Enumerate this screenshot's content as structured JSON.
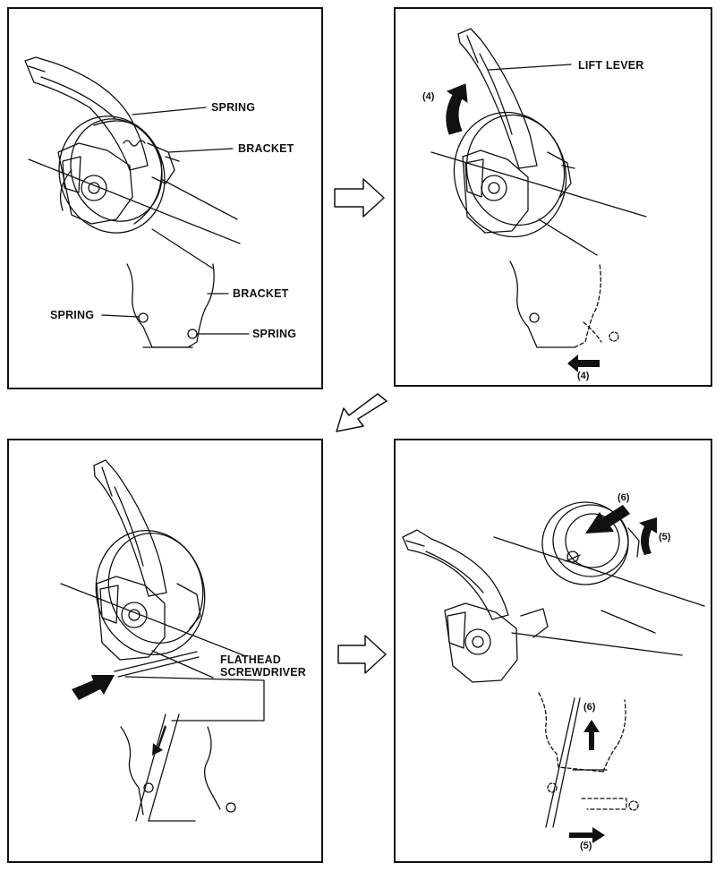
{
  "panel1": {
    "labels": {
      "spring_top": "SPRING",
      "bracket_top": "BRACKET",
      "bracket_detail": "BRACKET",
      "spring_left": "SPRING",
      "spring_right": "SPRING"
    }
  },
  "panel2": {
    "labels": {
      "lift_lever": "LIFT LEVER",
      "step_lift": "(4)",
      "step_slide": "(4)"
    }
  },
  "panel3": {
    "labels": {
      "screwdriver_line1": "FLATHEAD",
      "screwdriver_line2": "SCREWDRIVER"
    }
  },
  "panel4": {
    "labels": {
      "step_push": "(6)",
      "step_rotate": "(5)",
      "step_detail_up": "(6)",
      "step_detail_right": "(5)"
    }
  },
  "flow_arrows": [
    "arrow-right",
    "arrow-down-left",
    "arrow-right"
  ]
}
